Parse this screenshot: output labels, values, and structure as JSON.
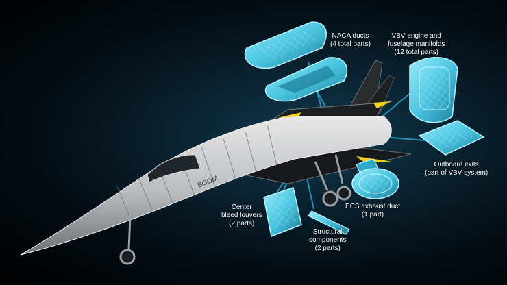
{
  "colors": {
    "background": "#02080d",
    "glow": "#14506a",
    "part_fill": "#5fd3ea",
    "part_edge": "#b8f4ff",
    "leader_line": "#2aa7c9",
    "accent": "#f2d21c"
  },
  "aircraft": {
    "brand_mark": "BOOM"
  },
  "callouts": [
    {
      "id": "naca-ducts",
      "line1": "NACA ducts",
      "line2": "(4 total parts)"
    },
    {
      "id": "vbv-manifolds",
      "line1": "VBV engine and",
      "line2": "fuselage manifolds",
      "line3": "(12 total parts)"
    },
    {
      "id": "outboard-exits",
      "line1": "Outboard exits",
      "line2": "(part of VBV system)"
    },
    {
      "id": "ecs-exhaust-duct",
      "line1": "ECS exhaust duct",
      "line2": "(1 part)"
    },
    {
      "id": "structural-components",
      "line1": "Structural",
      "line2": "components",
      "line3": "(2 parts)"
    },
    {
      "id": "center-bleed-louvers",
      "line1": "Center",
      "line2": "bleed louvers",
      "line3": "(2 parts)"
    }
  ]
}
